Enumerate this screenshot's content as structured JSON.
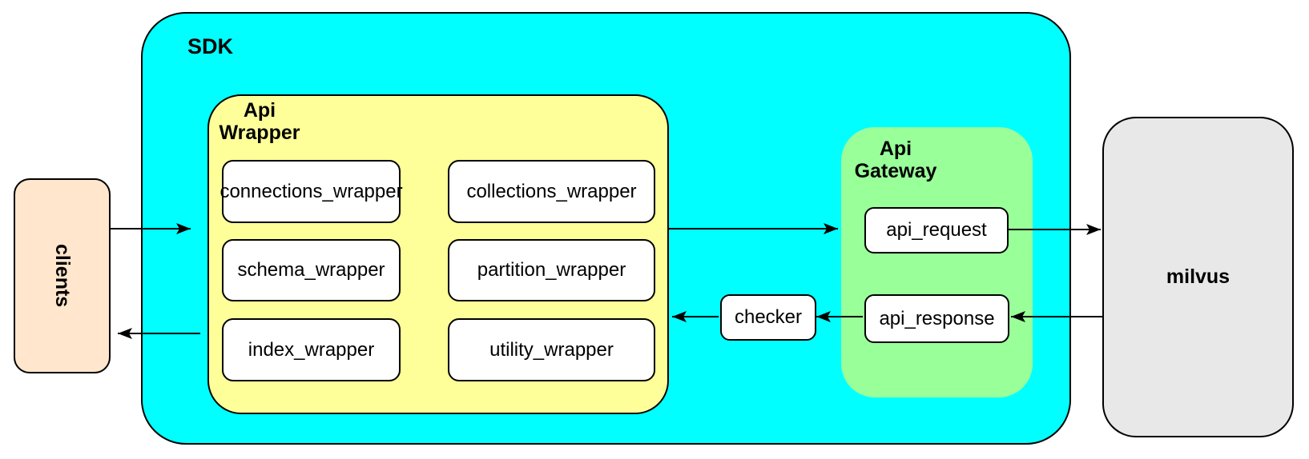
{
  "colors": {
    "sdk_bg": "#00FFFF",
    "wrapper_bg": "#FFFF99",
    "gateway_bg": "#99FF99",
    "clients_bg": "#FFE6CC",
    "milvus_bg": "#E8E8E8",
    "box_bg": "#FFFFFF",
    "border": "#000000"
  },
  "diagram": {
    "clients": {
      "label": "clients"
    },
    "sdk": {
      "label": "SDK",
      "api_wrapper": {
        "label": "Api Wrapper",
        "boxes": [
          {
            "label": "connections_wrapper"
          },
          {
            "label": "collections_wrapper"
          },
          {
            "label": "schema_wrapper"
          },
          {
            "label": "partition_wrapper"
          },
          {
            "label": "index_wrapper"
          },
          {
            "label": "utility_wrapper"
          }
        ]
      },
      "checker": {
        "label": "checker"
      },
      "api_gateway": {
        "label": "Api Gateway",
        "boxes": [
          {
            "label": "api_request"
          },
          {
            "label": "api_response"
          }
        ]
      }
    },
    "milvus": {
      "label": "milvus"
    },
    "connections": [
      {
        "from": "clients",
        "to": "sdk"
      },
      {
        "from": "api_wrapper",
        "to": "api_gateway"
      },
      {
        "from": "api_request",
        "to": "milvus"
      },
      {
        "from": "milvus",
        "to": "api_response"
      },
      {
        "from": "api_response",
        "to": "checker"
      },
      {
        "from": "checker",
        "to": "api_wrapper"
      },
      {
        "from": "api_wrapper",
        "to": "clients"
      }
    ]
  }
}
